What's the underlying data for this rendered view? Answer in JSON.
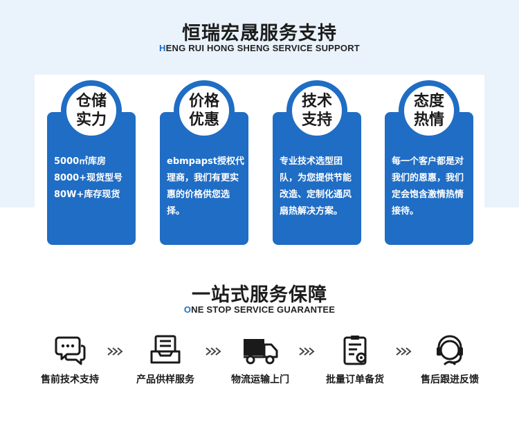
{
  "header": {
    "title": "恒瑞宏晟服务支持",
    "subtitle_first": "H",
    "subtitle_rest": "ENG RUI HONG SHENG SERVICE SUPPORT"
  },
  "cards": [
    {
      "badge_line1": "仓储",
      "badge_line2": "实力",
      "text": "5000㎡库房\n8000+现货型号\n80W+库存现货"
    },
    {
      "badge_line1": "价格",
      "badge_line2": "优惠",
      "text": "ebmpapst授权代理商，我们有更实惠的价格供您选择。"
    },
    {
      "badge_line1": "技术",
      "badge_line2": "支持",
      "text": "专业技术选型团队，为您提供节能改造、定制化通风扇热解决方案。"
    },
    {
      "badge_line1": "态度",
      "badge_line2": "热情",
      "text": "每一个客户都是对我们的恩惠，我们定会饱含激情热情接待。"
    }
  ],
  "section2": {
    "title": "一站式服务保障",
    "subtitle_first": "O",
    "subtitle_rest": "NE STOP SERVICE GUARANTEE"
  },
  "steps": [
    {
      "icon": "chat-bubbles-icon",
      "label": "售前技术支持"
    },
    {
      "icon": "inbox-tray-icon",
      "label": "产品供样服务"
    },
    {
      "icon": "delivery-truck-icon",
      "label": "物流运输上门"
    },
    {
      "icon": "order-clipboard-icon",
      "label": "批量订单备货"
    },
    {
      "icon": "headset-support-icon",
      "label": "售后跟进反馈"
    }
  ],
  "colors": {
    "brand_blue": "#1f6dc4",
    "top_background": "#eaf3fb",
    "arrow_gray": "#444444"
  }
}
